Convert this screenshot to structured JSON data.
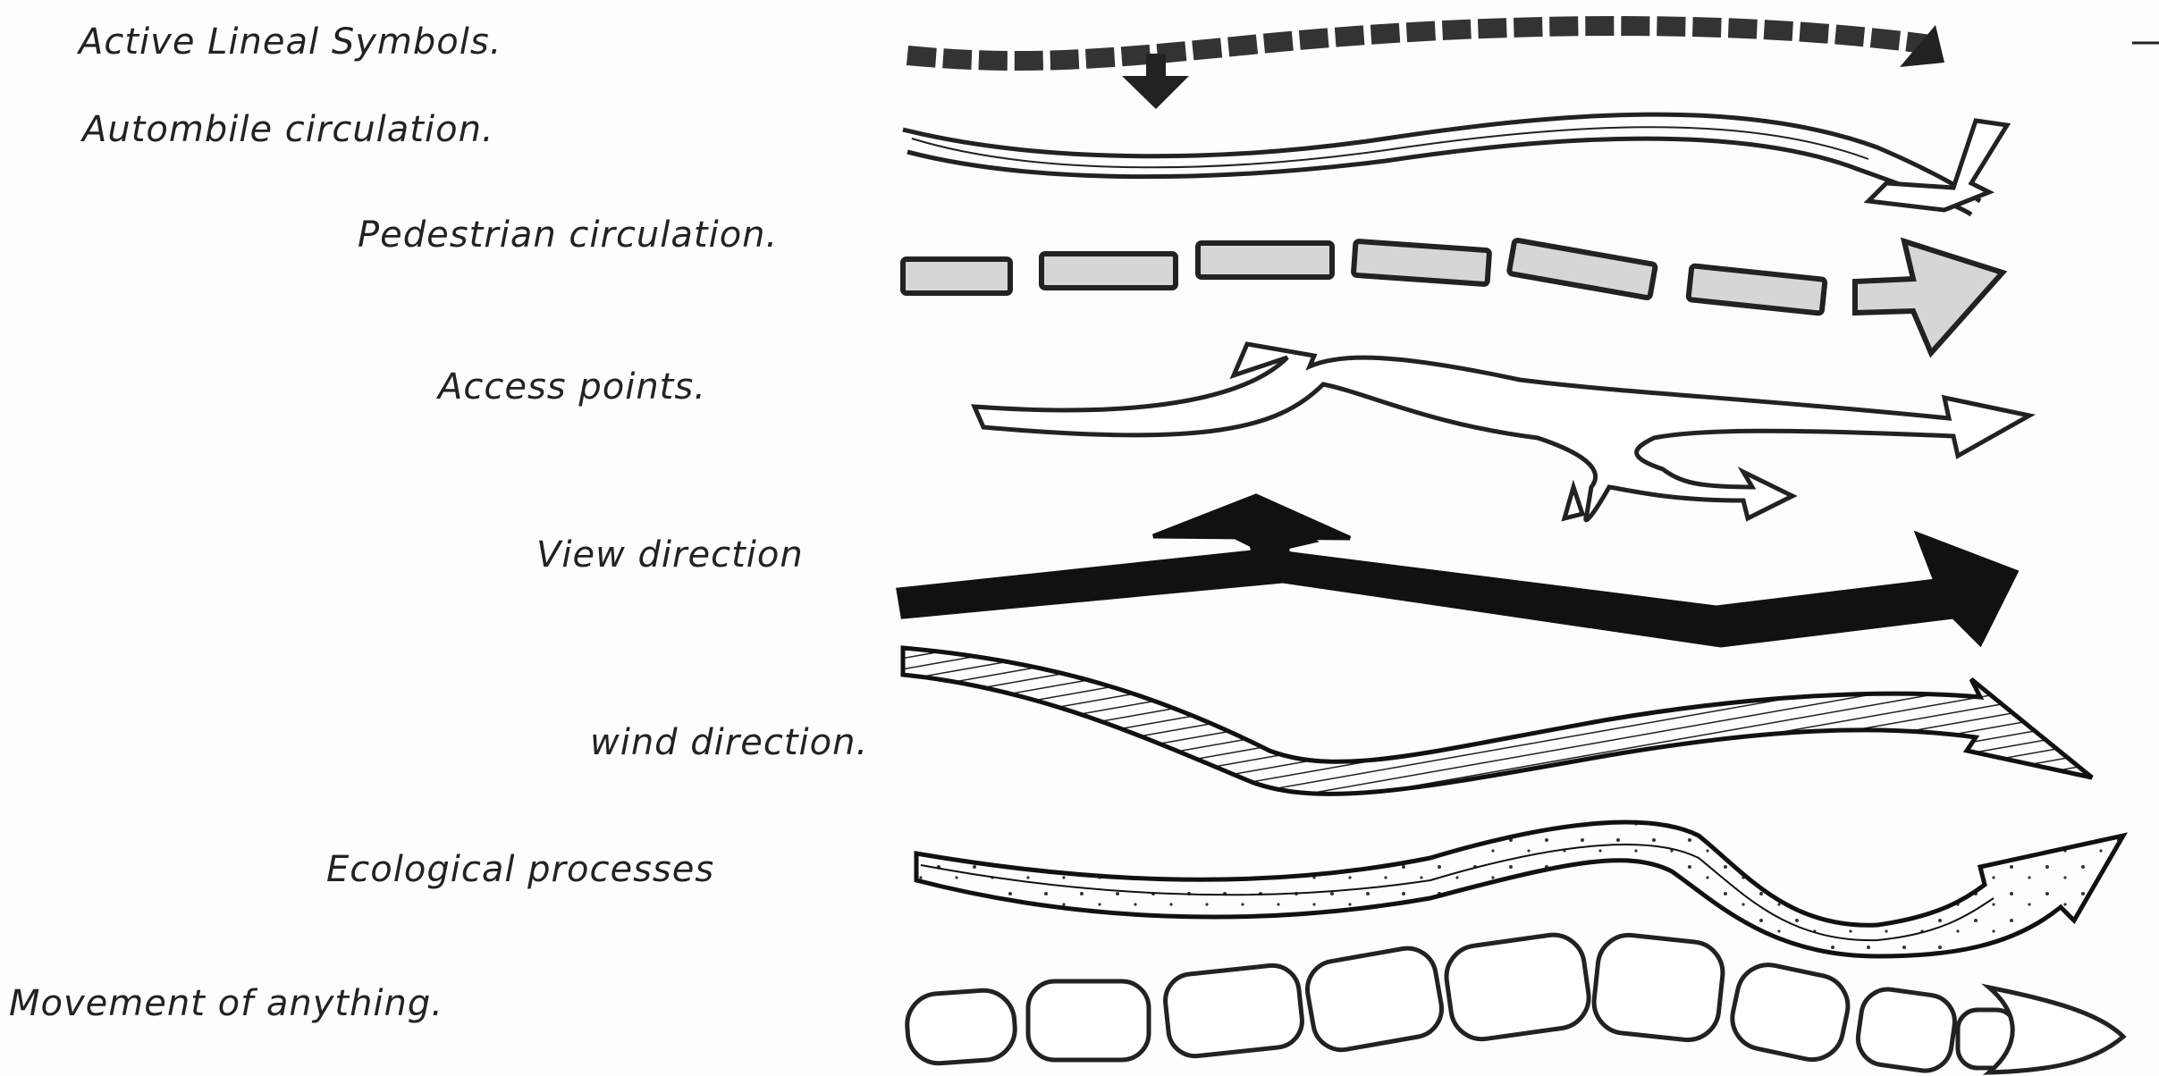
{
  "labels": [
    "Active Lineal Symbols.",
    "Autombile  circulation.",
    "Pedestrian circulation.",
    "Access points.",
    "View direction",
    "wind direction.",
    "Ecological processes",
    "Movement of anything."
  ]
}
